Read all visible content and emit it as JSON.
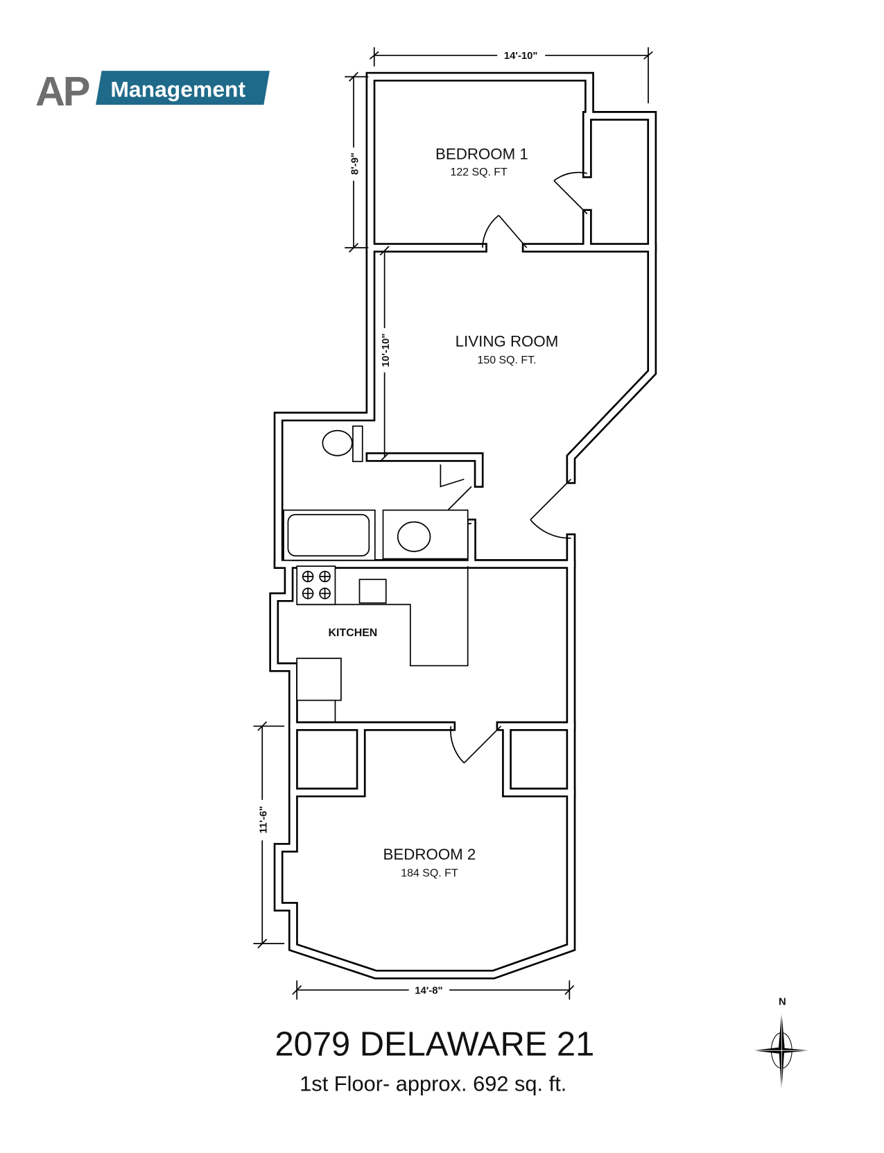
{
  "logo": {
    "ap": "AP",
    "management": "Management",
    "brand_color": "#1f6a8a",
    "ap_color": "#6d6e70"
  },
  "rooms": {
    "bedroom1": {
      "name": "BEDROOM 1",
      "area": "122 SQ. FT"
    },
    "living": {
      "name": "LIVING ROOM",
      "area": "150 SQ. FT."
    },
    "kitchen": {
      "name": "KITCHEN"
    },
    "bedroom2": {
      "name": "BEDROOM 2",
      "area": "184 SQ. FT"
    }
  },
  "dimensions": {
    "top_width": "14'-10\"",
    "bedroom1_depth": "8'-9\"",
    "living_depth": "10'-10\"",
    "bedroom2_depth": "11'-6\"",
    "bottom_width": "14'-8\""
  },
  "compass": {
    "north": "N"
  },
  "title": "2079 DELAWARE 21",
  "subtitle": "1st Floor- approx. 692 sq. ft."
}
